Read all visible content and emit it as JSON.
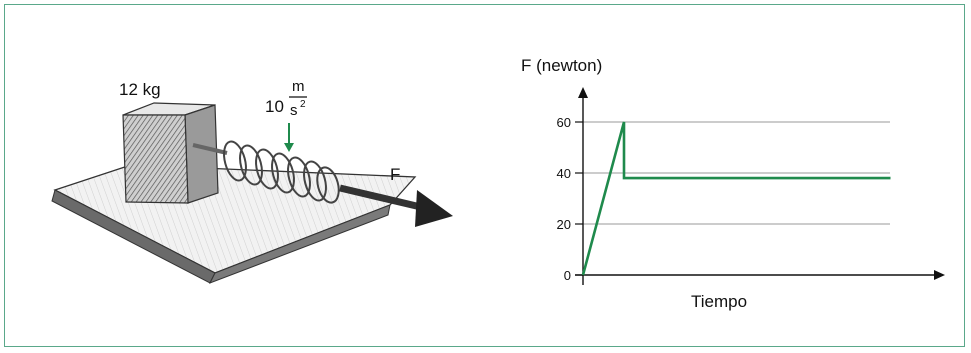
{
  "colors": {
    "frame": "#5aa88a",
    "accent": "#1f8a4c",
    "grid": "#9a9a9a"
  },
  "illustration": {
    "mass_label": "12 kg",
    "accel_number": "10",
    "accel_unit_num": "m",
    "accel_unit_den": "s",
    "accel_unit_exp": "2",
    "force_label": "F"
  },
  "chart_data": {
    "type": "line",
    "ylabel": "F (newton)",
    "xlabel": "Tiempo",
    "yticks": [
      0,
      20,
      40,
      60
    ],
    "ylim": [
      0,
      60
    ],
    "grid": true,
    "series": [
      {
        "points": [
          [
            0,
            0
          ],
          [
            1,
            60
          ],
          [
            1,
            38
          ],
          [
            7.5,
            38
          ]
        ]
      }
    ]
  }
}
